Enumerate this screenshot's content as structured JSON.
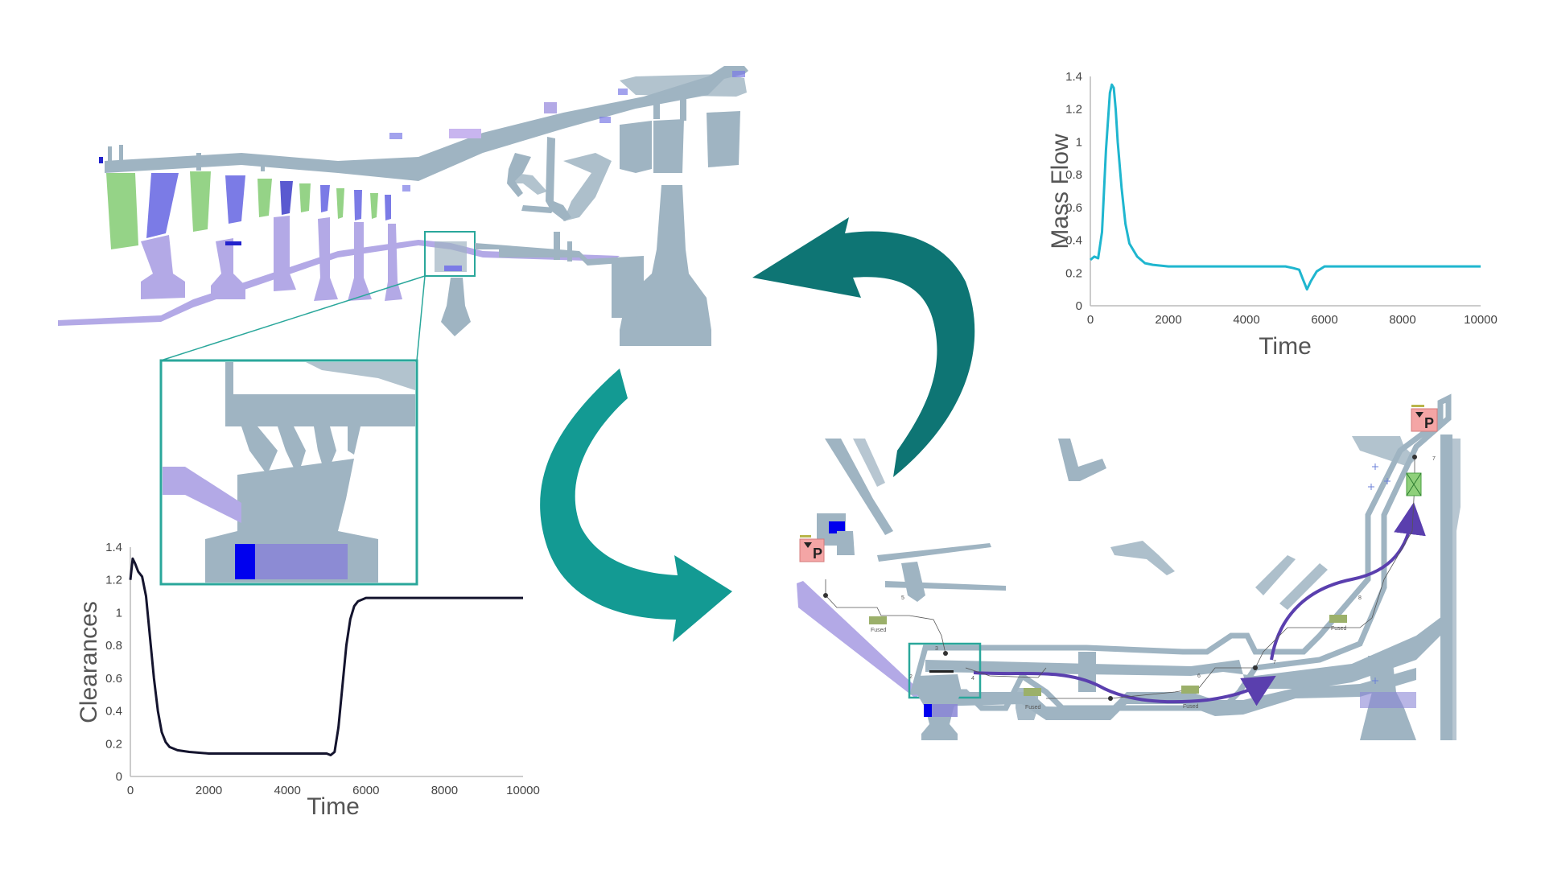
{
  "chart_data": [
    {
      "type": "line",
      "title": "",
      "xlabel": "Time",
      "ylabel": "Mass Flow",
      "xlim": [
        0,
        10000
      ],
      "ylim": [
        0,
        1.4
      ],
      "x_ticks": [
        "0",
        "2000",
        "4000",
        "6000",
        "8000",
        "10000"
      ],
      "y_ticks": [
        "0",
        "0.2",
        "0.4",
        "0.6",
        "0.8",
        "1",
        "1.2",
        "1.4"
      ],
      "color": "#1fb6cf",
      "series": [
        {
          "x": [
            0,
            100,
            200,
            300,
            400,
            500,
            550,
            600,
            650,
            700,
            800,
            900,
            1000,
            1200,
            1400,
            1600,
            2000,
            3000,
            4000,
            5000,
            5200,
            5350,
            5450,
            5550,
            5650,
            5800,
            6000,
            7000,
            8000,
            9000,
            10000
          ],
          "y": [
            0.28,
            0.3,
            0.29,
            0.45,
            0.95,
            1.3,
            1.35,
            1.33,
            1.2,
            1.0,
            0.72,
            0.5,
            0.38,
            0.3,
            0.26,
            0.25,
            0.24,
            0.24,
            0.24,
            0.24,
            0.23,
            0.22,
            0.16,
            0.1,
            0.15,
            0.21,
            0.24,
            0.24,
            0.24,
            0.24,
            0.24
          ]
        }
      ]
    },
    {
      "type": "line",
      "title": "",
      "xlabel": "Time",
      "ylabel": "Clearances",
      "xlim": [
        0,
        10000
      ],
      "ylim": [
        0,
        1.4
      ],
      "x_ticks": [
        "0",
        "2000",
        "4000",
        "6000",
        "8000",
        "10000"
      ],
      "y_ticks": [
        "0",
        "0.2",
        "0.4",
        "0.6",
        "0.8",
        "1",
        "1.2",
        "1.4"
      ],
      "color": "#14142e",
      "series": [
        {
          "x": [
            0,
            60,
            120,
            200,
            300,
            400,
            500,
            600,
            700,
            800,
            900,
            1000,
            1200,
            1500,
            2000,
            3000,
            4000,
            4800,
            5000,
            5100,
            5200,
            5300,
            5400,
            5500,
            5600,
            5700,
            5800,
            6000,
            6500,
            8000,
            10000
          ],
          "y": [
            1.2,
            1.33,
            1.3,
            1.25,
            1.22,
            1.1,
            0.85,
            0.6,
            0.4,
            0.27,
            0.21,
            0.18,
            0.16,
            0.15,
            0.14,
            0.14,
            0.14,
            0.14,
            0.14,
            0.13,
            0.15,
            0.3,
            0.55,
            0.8,
            0.96,
            1.04,
            1.07,
            1.09,
            1.09,
            1.09,
            1.09
          ]
        }
      ]
    }
  ],
  "diagram": {
    "node_labels": [
      "P",
      "P"
    ],
    "flow_numbers": [
      "5",
      "4",
      "3",
      "2",
      "6",
      "7",
      "8",
      "7"
    ],
    "fused_labels": [
      "Fused",
      "Fused",
      "Fused",
      "Fused"
    ],
    "colors": {
      "engine_gray": "#9fb4c2",
      "blade_green": "#95d387",
      "blade_blue": "#7b7be6",
      "disc_lavender": "#b3a9e6",
      "teal_arrow": "#139a93",
      "teal_dark": "#0e7574",
      "flow_purple": "#5a3fae",
      "inset_frame": "#2aa79b",
      "pressure_pink": "#f4a5a5"
    }
  }
}
